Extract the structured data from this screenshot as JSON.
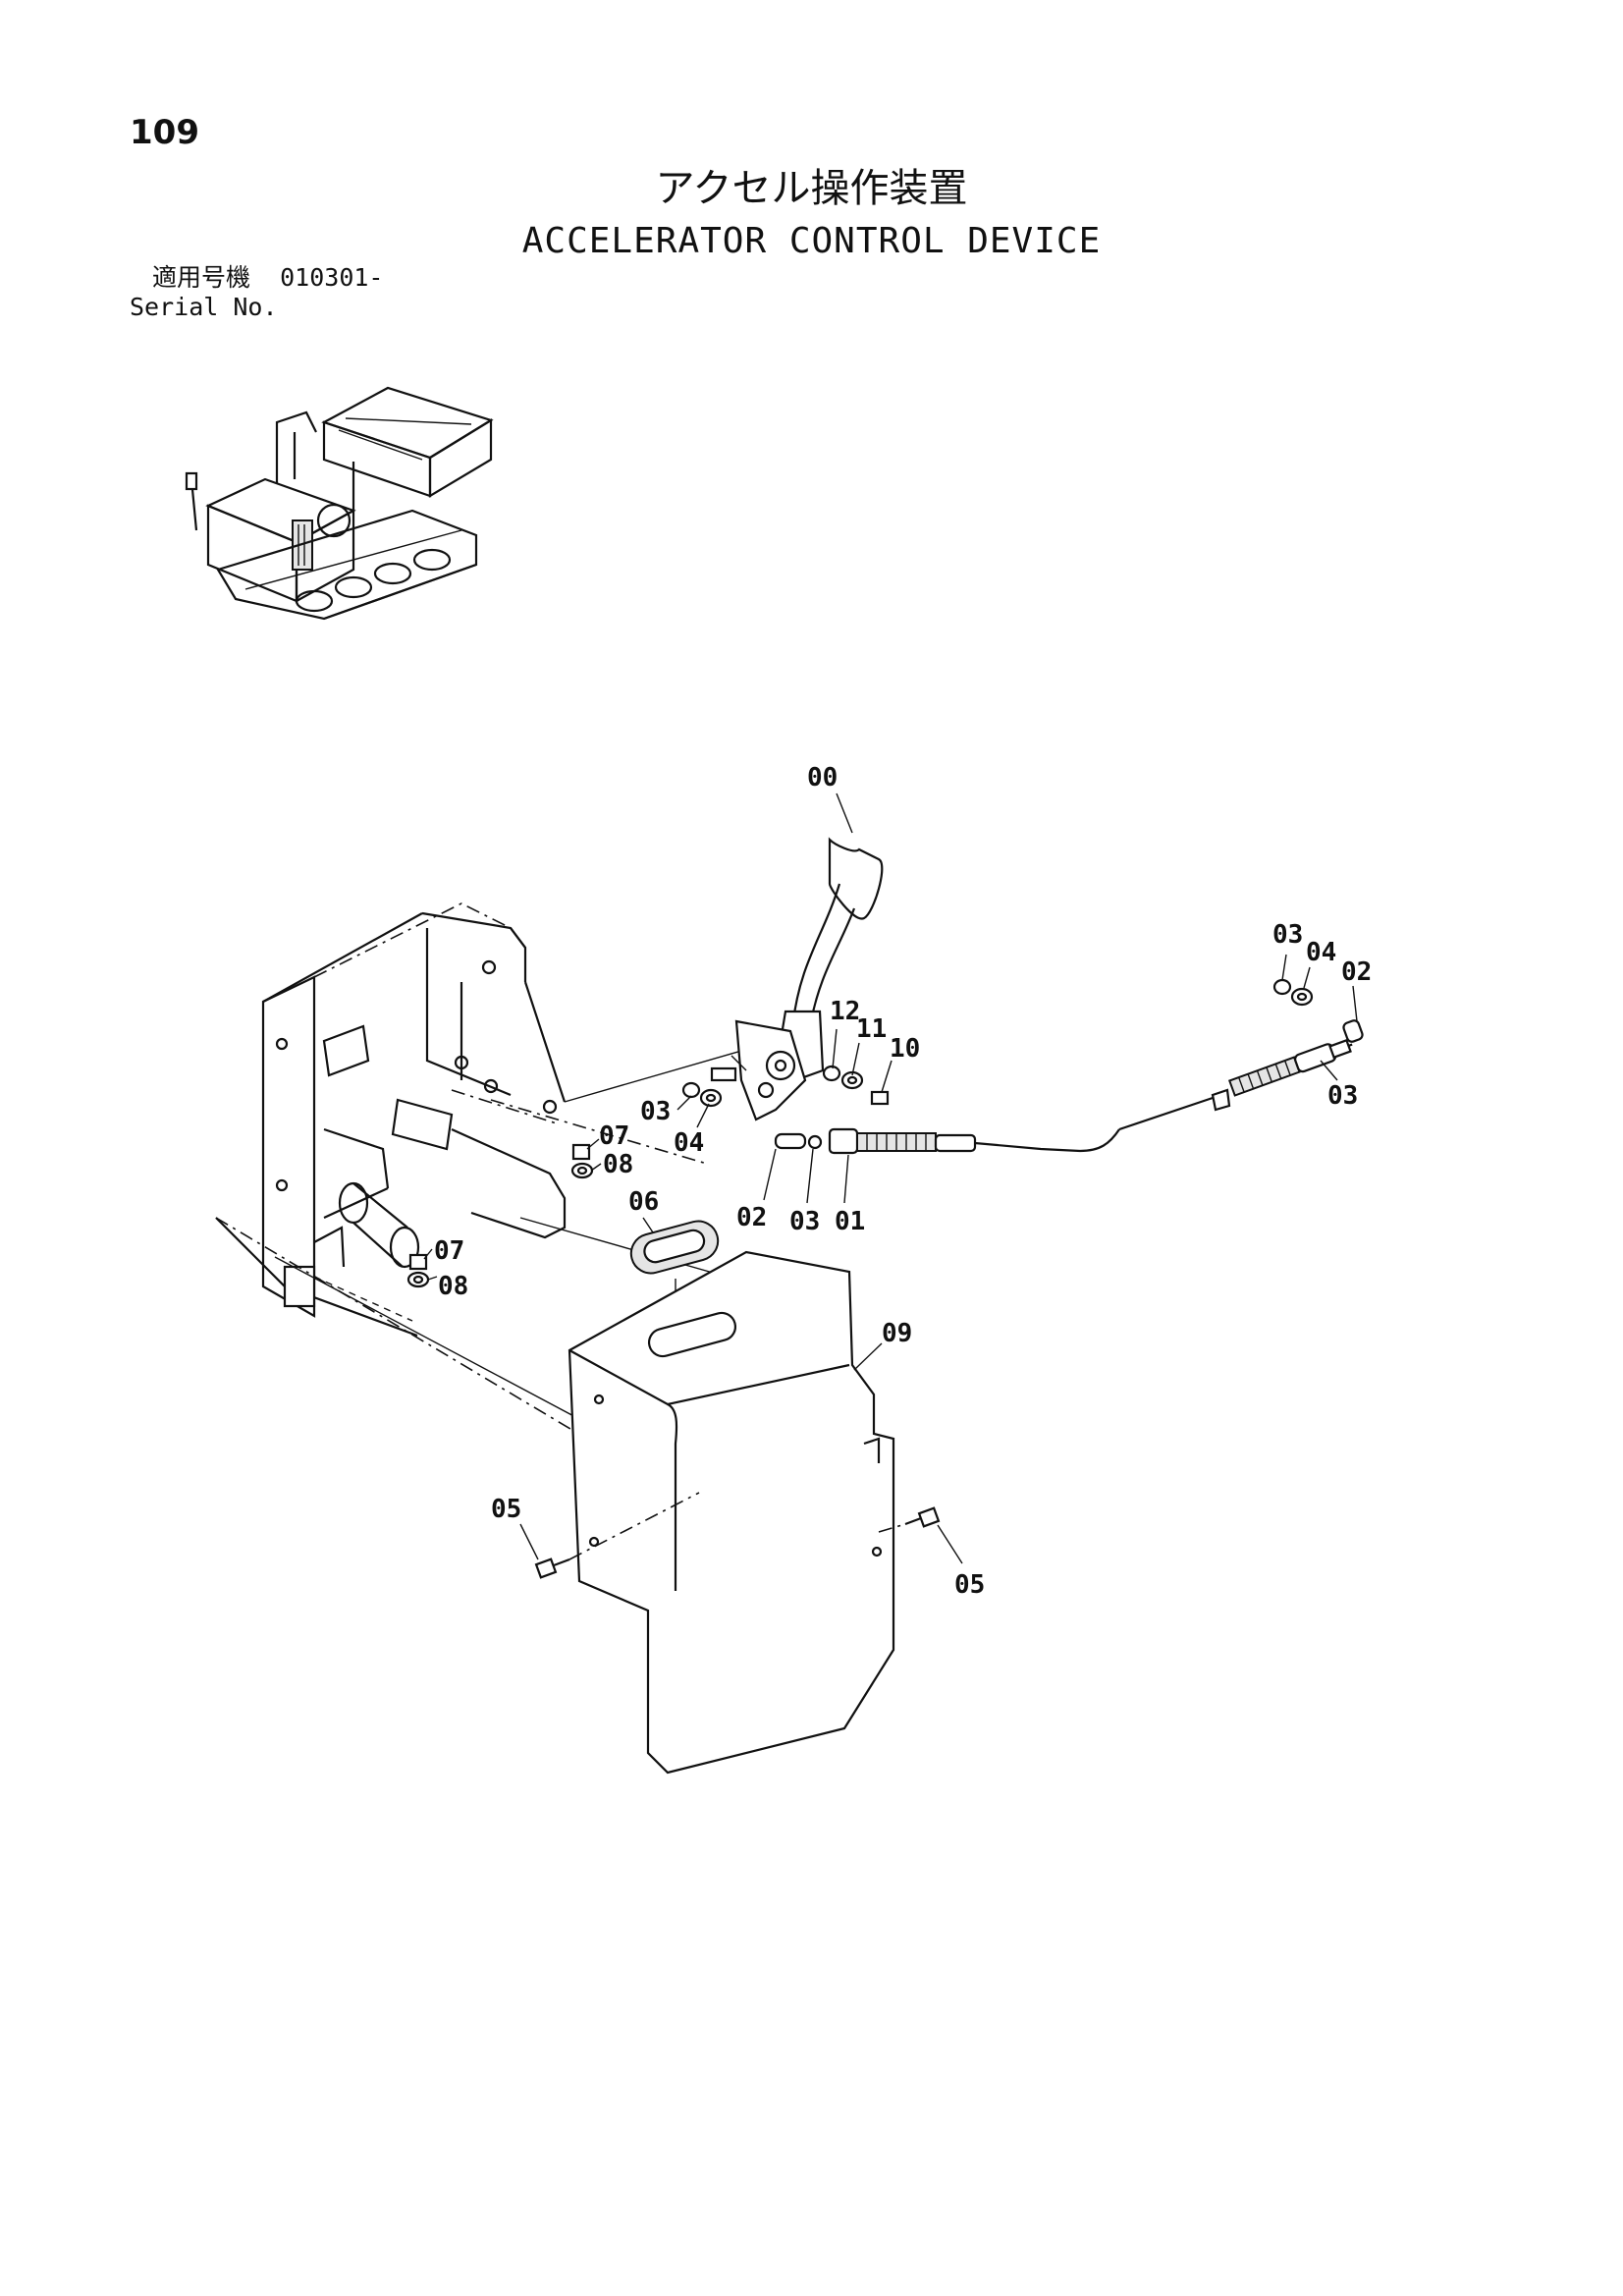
{
  "page_number": "109",
  "title_jp": "アクセル操作装置",
  "title_en": "ACCELERATOR CONTROL DEVICE",
  "serial": {
    "label_jp": "適用号機",
    "value": "010301-",
    "label_en": "Serial No."
  },
  "callouts": {
    "lever": "00",
    "cable": "01",
    "joint_left": "02",
    "joint_right": "02",
    "nut_lever": "03",
    "nut_left": "03",
    "nut_right_top": "03",
    "nut_right_bottom": "03",
    "washer_lever": "04",
    "washer_right": "04",
    "bolt_left": "05",
    "bolt_right": "05",
    "grommet": "06",
    "bolt_upper": "07",
    "bolt_lower": "07",
    "washer_upper": "08",
    "washer_lower": "08",
    "cover": "09",
    "bolt_pivot": "10",
    "washer_pivot_a": "11",
    "washer_pivot_b": "12"
  }
}
